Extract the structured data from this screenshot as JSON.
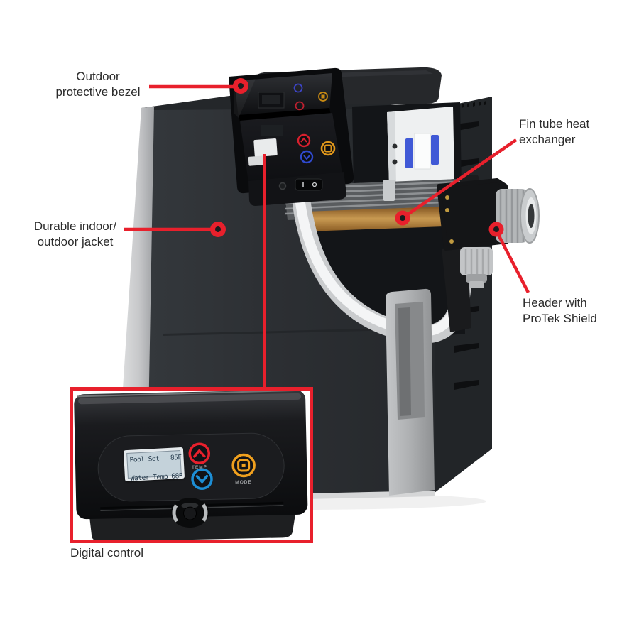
{
  "callouts": {
    "outdoor_bezel": {
      "line1": "Outdoor",
      "line2": "protective bezel"
    },
    "indoor_outdoor_jacket": {
      "line1": "Durable indoor/",
      "line2": "outdoor jacket"
    },
    "fin_tube": {
      "line1": "Fin tube heat",
      "line2": "exchanger"
    },
    "header_protek": {
      "line1": "Header with",
      "line2": "ProTek Shield"
    },
    "digital_control_caption": "Digital control"
  },
  "control_panel": {
    "lcd": {
      "line1": "Pool Set   85F",
      "line2": "Water Temp 68F"
    },
    "buttons": {
      "temp": "TEMP",
      "mode": "MODE"
    }
  },
  "colors": {
    "background": "#ffffff",
    "accent_red": "#e8202c",
    "temp_up": "#e8202c",
    "temp_down": "#1d8ed5",
    "mode": "#f0a01e",
    "lcd_bg": "#c4d2da",
    "jacket_dark": "#2c2f33"
  }
}
